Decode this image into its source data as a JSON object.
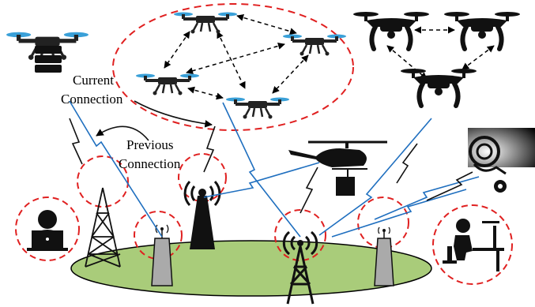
{
  "labels": {
    "current": [
      "Current",
      "Connection"
    ],
    "previous": [
      "Previous",
      "Connection"
    ]
  },
  "colors": {
    "dashed_circle": "#e02020",
    "ground": "#a9cc7a",
    "link_blue": "#1f6fbf",
    "propeller": "#3aa0d8"
  },
  "icons": [
    "drone-icon",
    "cargo-drone-icon",
    "helicopter-icon",
    "cell-tower-icon",
    "small-cell-icon",
    "lattice-tower-icon",
    "laptop-user-icon",
    "desk-user-icon",
    "satellite-dish-icon"
  ]
}
